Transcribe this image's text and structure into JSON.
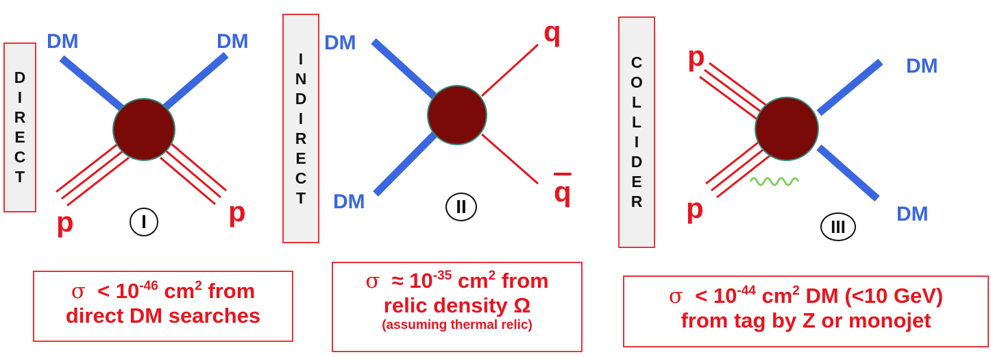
{
  "panels": [
    {
      "id": "direct",
      "category_letters": [
        "D",
        "I",
        "R",
        "E",
        "C",
        "T"
      ],
      "roman": "I",
      "labels": {
        "top_left": "DM",
        "top_right": "DM",
        "bottom_left": "p",
        "bottom_right": "p"
      },
      "info": {
        "sigma": "σ",
        "relation": "< 10",
        "exponent": "-46",
        "unit": "cm",
        "unit_exp": "2",
        "tail": "from",
        "line2": "direct DM searches"
      }
    },
    {
      "id": "indirect",
      "category_letters": [
        "I",
        "N",
        "D",
        "I",
        "R",
        "E",
        "C",
        "T"
      ],
      "roman": "II",
      "labels": {
        "top_left": "DM",
        "top_right": "q",
        "bottom_left": "DM",
        "bottom_right": "q"
      },
      "info": {
        "sigma": "σ",
        "relation": "≈ 10",
        "exponent": "-35",
        "unit": "cm",
        "unit_exp": "2",
        "tail": "from",
        "line2": "relic density Ω",
        "line3": "(assuming thermal relic)"
      }
    },
    {
      "id": "collider",
      "category_letters": [
        "C",
        "O",
        "L",
        "L",
        "I",
        "D",
        "E",
        "R"
      ],
      "roman": "III",
      "labels": {
        "top_left": "p",
        "top_right": "DM",
        "bottom_left": "p",
        "bottom_right": "DM"
      },
      "info": {
        "sigma": "σ",
        "relation": "< 10",
        "exponent": "-44",
        "unit": "cm",
        "unit_exp": "2",
        "tail": "DM (<10 GeV)",
        "line2": "from tag by Z or monojet"
      }
    }
  ],
  "colors": {
    "dm_line": "#3a66e0",
    "sm_line": "#e8141e",
    "vertex": "#7a0a08",
    "vertex_border": "#2f8f7a",
    "gluon": "#7fcf5a",
    "box_border": "#e8333a"
  }
}
